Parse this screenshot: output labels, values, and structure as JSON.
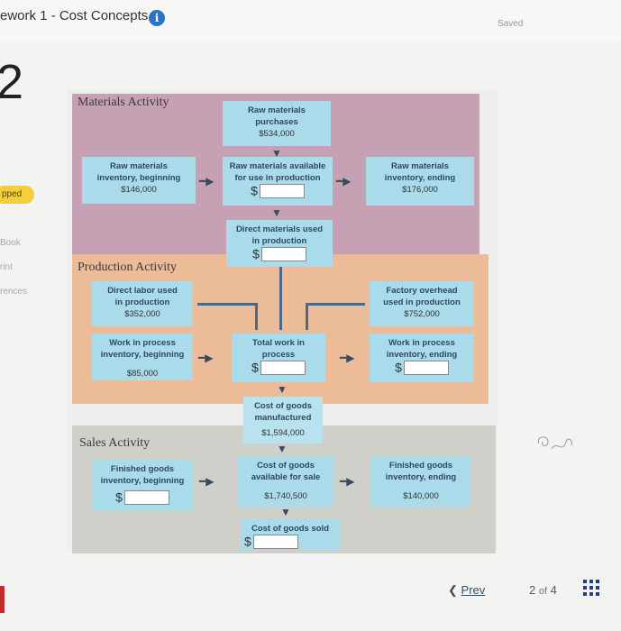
{
  "header": {
    "title": "ework 1 - Cost Concepts",
    "saved_label": "Saved",
    "info_icon": "info-icon"
  },
  "sidebar": {
    "question_number": "2",
    "status": "pped",
    "links": [
      "Book",
      "rint",
      "rences"
    ]
  },
  "diagram": {
    "materials": {
      "label": "Materials Activity",
      "purchases": {
        "line1": "Raw materials",
        "line2": "purchases",
        "value": "$534,000"
      },
      "beginning": {
        "line1": "Raw materials",
        "line2": "inventory, beginning",
        "value": "$146,000"
      },
      "available": {
        "line1": "Raw materials available",
        "line2": "for use in production",
        "dollar": "$"
      },
      "ending": {
        "line1": "Raw materials",
        "line2": "inventory, ending",
        "value": "$176,000"
      },
      "direct_used": {
        "line1": "Direct materials used",
        "line2": "in production",
        "dollar": "$"
      }
    },
    "production": {
      "label": "Production Activity",
      "labor": {
        "line1": "Direct labor used",
        "line2": "in production",
        "value": "$352,000"
      },
      "overhead": {
        "line1": "Factory overhead",
        "line2": "used in production",
        "value": "$752,000"
      },
      "wip_beginning": {
        "line1": "Work in process",
        "line2": "inventory, beginning",
        "value": "$85,000"
      },
      "total_wip": {
        "line1": "Total work in",
        "line2": "process",
        "dollar": "$"
      },
      "wip_ending": {
        "line1": "Work in process",
        "line2": "inventory, ending",
        "dollar": "$"
      },
      "cogm": {
        "line1": "Cost of goods",
        "line2": "manufactured",
        "value": "$1,594,000"
      }
    },
    "sales": {
      "label": "Sales Activity",
      "fg_beginning": {
        "line1": "Finished goods",
        "line2": "inventory, beginning",
        "dollar": "$"
      },
      "available": {
        "line1": "Cost of goods",
        "line2": "available for sale",
        "value": "$1,740,500"
      },
      "fg_ending": {
        "line1": "Finished goods",
        "line2": "inventory, ending",
        "value": "$140,000"
      },
      "cogs": {
        "line1": "Cost of goods sold",
        "dollar": "$"
      }
    }
  },
  "navigation": {
    "prev_label": "Prev",
    "current_page": "2",
    "of_label": "of",
    "total_pages": "4"
  }
}
